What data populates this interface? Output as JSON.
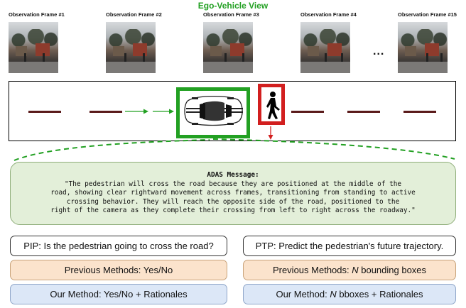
{
  "title": "Ego-Vehicle View",
  "frames": [
    {
      "label": "Observation Frame #1"
    },
    {
      "label": "Observation Frame #2"
    },
    {
      "label": "Observation Frame #3"
    },
    {
      "label": "Observation Frame #4"
    },
    {
      "label": "Observation Frame #15"
    }
  ],
  "ellipsis": "...",
  "adas": {
    "heading": "ADAS Message:",
    "lines": [
      "\"The pedestrian will cross the road because they are positioned at the middle of the",
      "road, showing clear rightward movement across frames, transitioning from standing to active",
      "crossing behavior. They will reach the opposite side of the road, positioned to the",
      "right of the camera as they complete their crossing from left to right across the roadway.\""
    ]
  },
  "pip": {
    "question": "PIP: Is the pedestrian going to cross the road?",
    "previous": "Previous Methods: Yes/No",
    "ours": "Our Method: Yes/No + Rationales"
  },
  "ptp": {
    "question": "PTP: Predict the pedestrian's future trajectory.",
    "previous_prefix": "Previous Methods: ",
    "previous_n": "N",
    "previous_suffix": " bounding boxes",
    "ours_prefix": "Our Method: ",
    "ours_n": "N",
    "ours_suffix": " bboxes + Rationales"
  },
  "colors": {
    "green": "#22a022",
    "red": "#d21f1f",
    "adas_bg": "#e3efd9",
    "prev_bg": "#fbe3cc",
    "ours_bg": "#dce7f7"
  }
}
